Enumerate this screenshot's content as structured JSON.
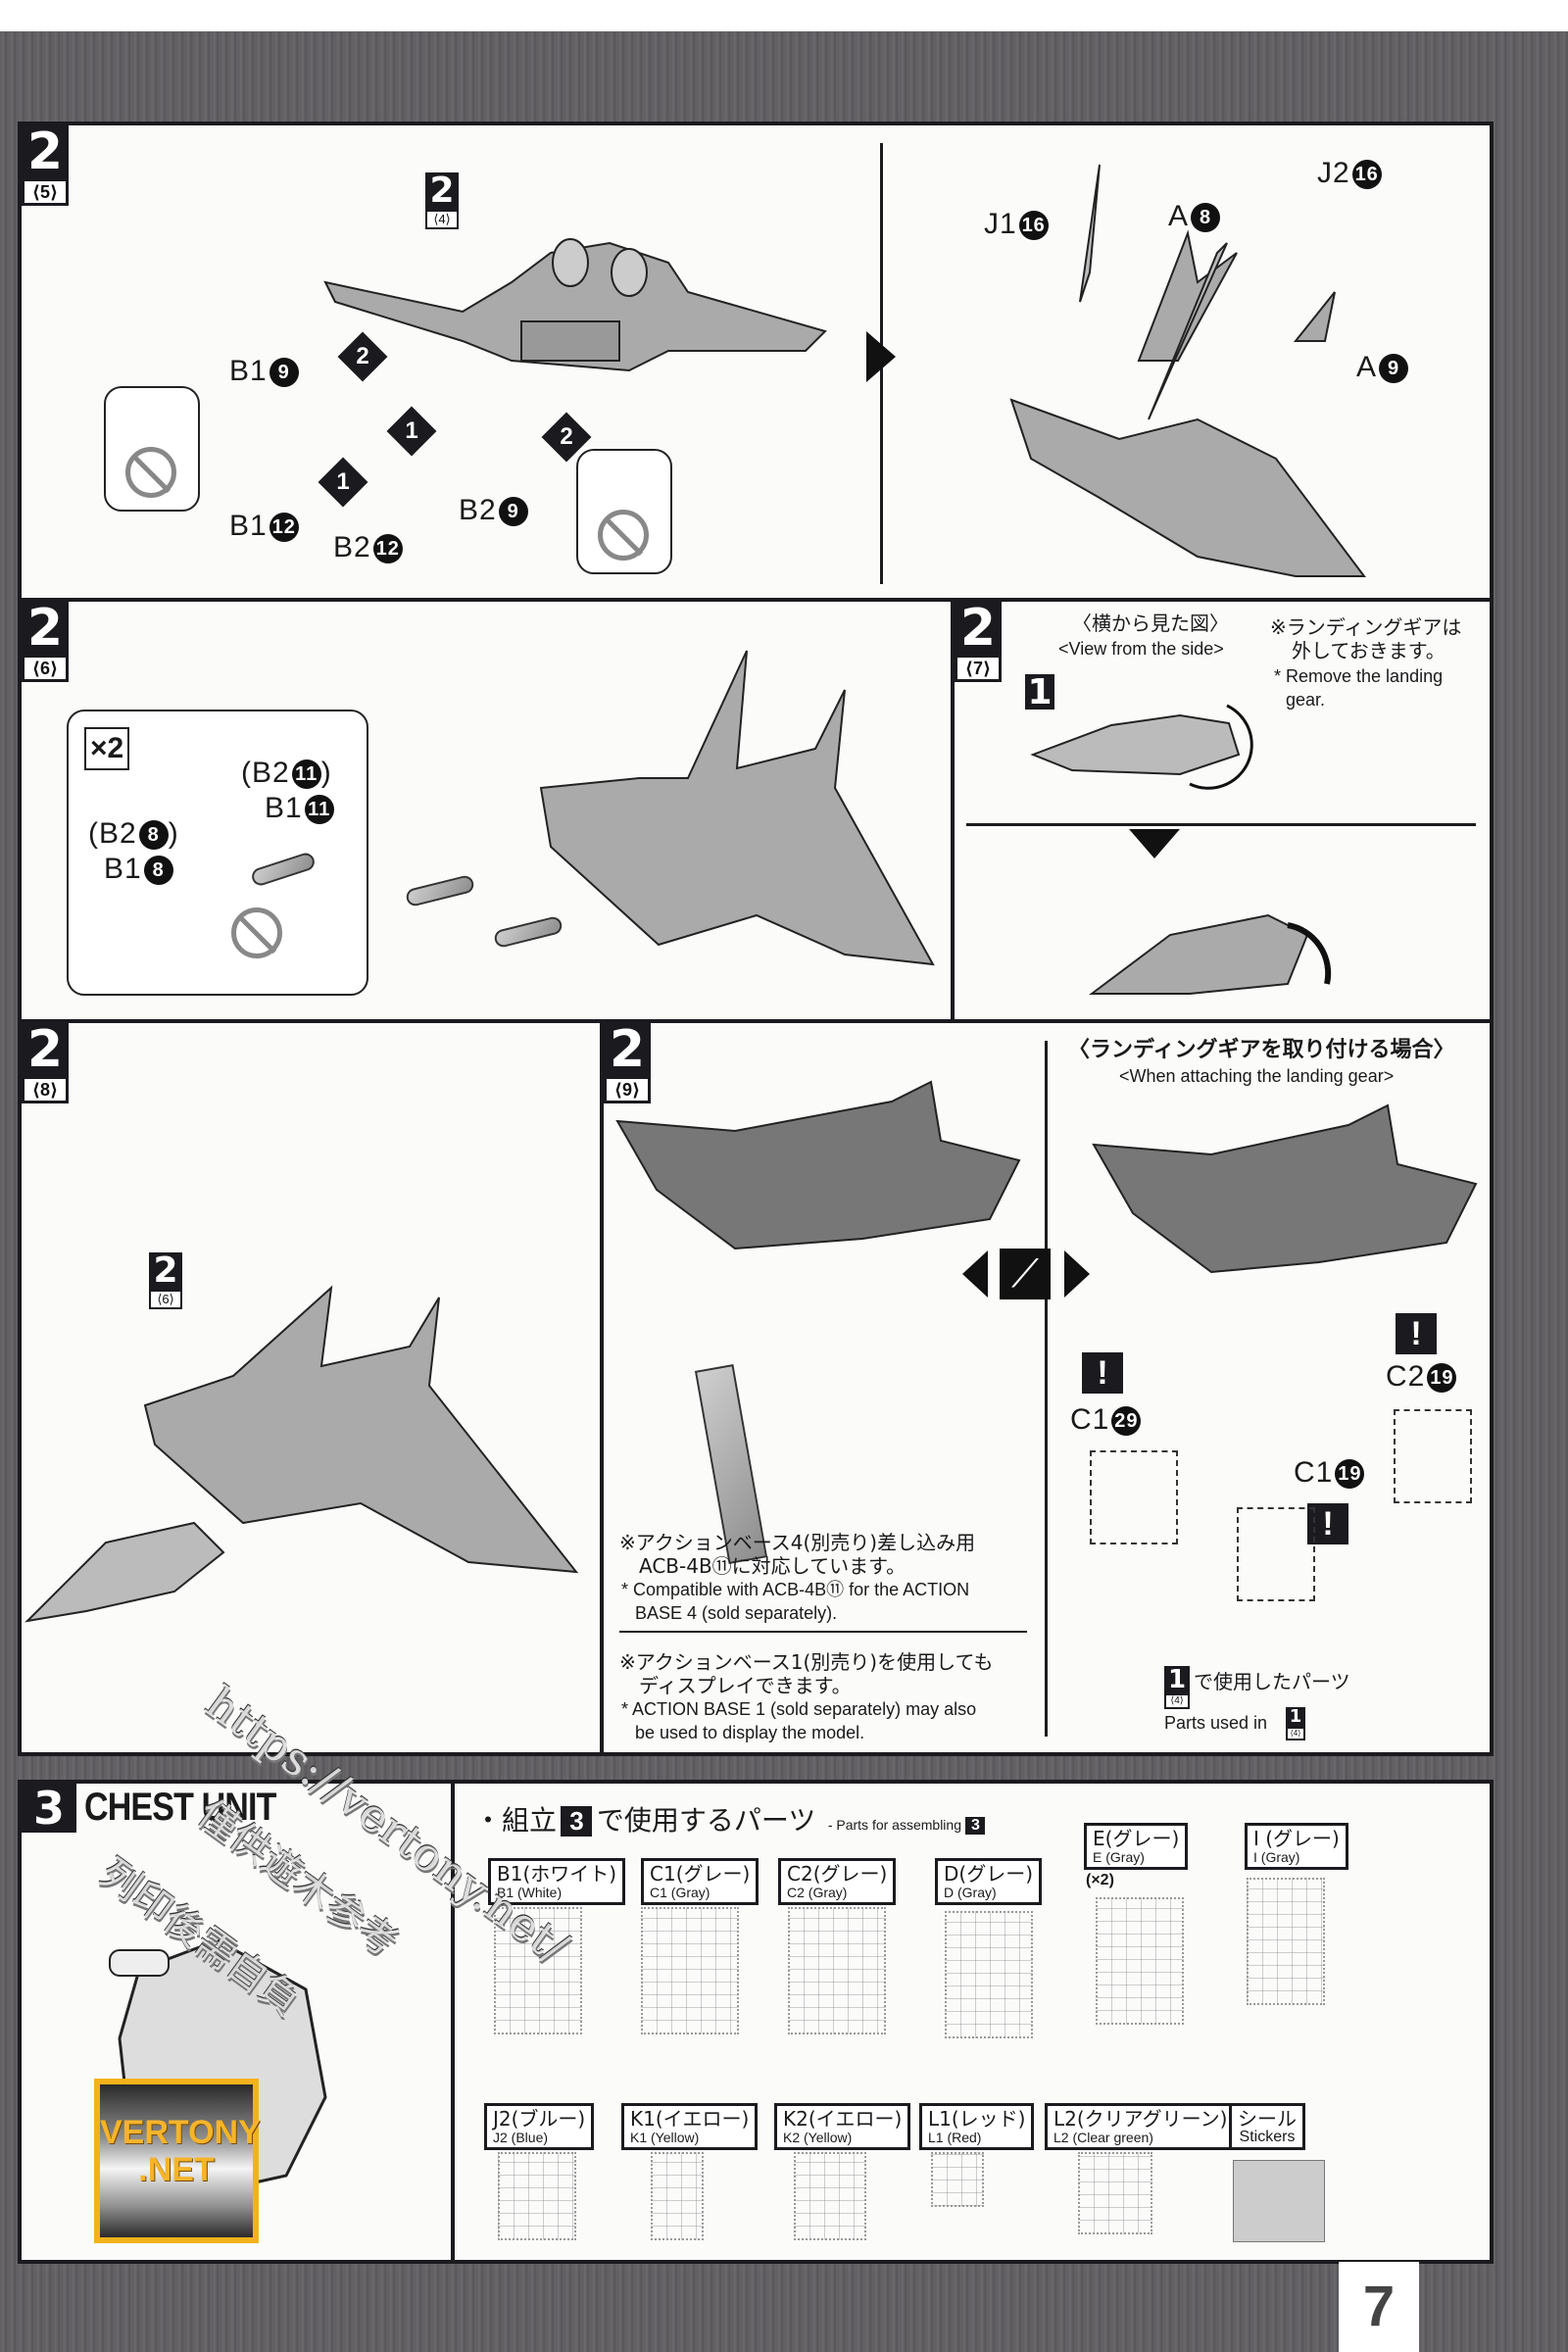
{
  "page": {
    "number": "7"
  },
  "steps": {
    "s2_5": {
      "step": "2",
      "sub": "⟨5⟩",
      "ref": {
        "step": "2",
        "sub": "⟨4⟩"
      },
      "parts": [
        {
          "runner": "B1",
          "num": "9",
          "underlined": true
        },
        {
          "runner": "B1",
          "num": "12"
        },
        {
          "runner": "B2",
          "num": "12"
        },
        {
          "runner": "B2",
          "num": "9",
          "underlined": true
        }
      ],
      "order_marks": [
        "1",
        "2",
        "1",
        "2"
      ],
      "after_parts": [
        {
          "runner": "J1",
          "num": "16"
        },
        {
          "runner": "A",
          "num": "8"
        },
        {
          "runner": "J2",
          "num": "16"
        },
        {
          "runner": "A",
          "num": "9",
          "underlined": true
        }
      ]
    },
    "s2_6": {
      "step": "2",
      "sub": "⟨6⟩",
      "multiplier": "×2",
      "parts": [
        {
          "text": "(B2",
          "num": "11",
          "close": ")"
        },
        {
          "text": "B1",
          "num": "11"
        },
        {
          "text": "(B2",
          "num": "8",
          "close": ")"
        },
        {
          "text": "B1",
          "num": "8"
        }
      ]
    },
    "s2_7": {
      "step": "2",
      "sub": "⟨7⟩",
      "view_jp": "〈横から見た図〉",
      "view_en": "<View from the side>",
      "ref_block": "1",
      "note_jp_1": "※ランディングギアは",
      "note_jp_2": "外しておきます。",
      "note_en_1": "* Remove the landing",
      "note_en_2": "gear."
    },
    "s2_8": {
      "step": "2",
      "sub": "⟨8⟩",
      "ref": {
        "step": "2",
        "sub": "⟨6⟩"
      }
    },
    "s2_9": {
      "step": "2",
      "sub": "⟨9⟩",
      "note1_jp_1": "※アクションベース4(別売り)差し込み用",
      "note1_jp_2": "ACB-4B⑪に対応しています。",
      "note1_en_1": "* Compatible with ACB-4B⑪ for the ACTION",
      "note1_en_2": "BASE 4 (sold separately).",
      "note2_jp_1": "※アクションベース1(別売り)を使用しても",
      "note2_jp_2": "ディスプレイできます。",
      "note2_en_1": "* ACTION BASE 1 (sold separately) may also",
      "note2_en_2": "be used to display the model."
    },
    "landing_gear": {
      "title_jp": "〈ランディングギアを取り付ける場合〉",
      "title_en": "<When attaching the landing gear>",
      "parts": [
        {
          "runner": "C1",
          "num": "29"
        },
        {
          "runner": "C1",
          "num": "19"
        },
        {
          "runner": "C2",
          "num": "19"
        }
      ],
      "used_jp": "で使用したパーツ",
      "used_en": "Parts used in",
      "used_ref": {
        "step": "1",
        "sub": "⟨4⟩"
      }
    },
    "s3": {
      "step": "3",
      "title": "CHEST UNIT",
      "parts_heading_jp_pre": "・組立",
      "parts_heading_jp_post": "で使用するパーツ",
      "parts_heading_en": "- Parts for assembling",
      "runners": [
        {
          "jp": "B1(ホワイト)",
          "en": "B1 (White)"
        },
        {
          "jp": "C1(グレー)",
          "en": "C1 (Gray)"
        },
        {
          "jp": "C2(グレー)",
          "en": "C2 (Gray)"
        },
        {
          "jp": "D(グレー)",
          "en": "D (Gray)"
        },
        {
          "jp": "E(グレー)",
          "en": "E (Gray)",
          "qty": "(×2)"
        },
        {
          "jp": "I (グレー)",
          "en": "I (Gray)"
        },
        {
          "jp": "J2(ブルー)",
          "en": "J2 (Blue)"
        },
        {
          "jp": "K1(イエロー)",
          "en": "K1 (Yellow)"
        },
        {
          "jp": "K2(イエロー)",
          "en": "K2 (Yellow)"
        },
        {
          "jp": "L1(レッド)",
          "en": "L1 (Red)"
        },
        {
          "jp": "L2(クリアグリーン)",
          "en": "L2 (Clear green)"
        },
        {
          "jp": "シール",
          "en": "Stickers"
        }
      ]
    }
  },
  "watermark": {
    "url": "https://vertony.net/",
    "cn_1": "僅供遊木参考",
    "cn_2": "列印後需自負",
    "logo_1": "VERTONY",
    "logo_2": ".NET"
  },
  "colors": {
    "ink": "#1b1a1e",
    "paper": "#fbfbfa",
    "frame": "#5f5d60",
    "logo_gold": "#f3b21a"
  }
}
